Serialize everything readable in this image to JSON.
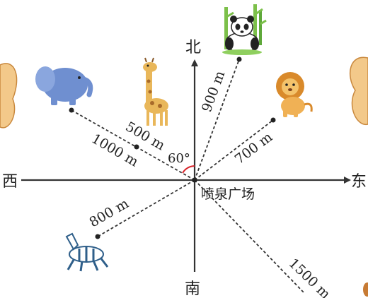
{
  "directions": {
    "north": "北",
    "south": "南",
    "east": "东",
    "west": "西"
  },
  "center": {
    "label": "喷泉广场"
  },
  "angle": {
    "label": "60°",
    "color": "#d8232a"
  },
  "routes": [
    {
      "id": "panda",
      "animal": "panda",
      "distance": "900 m"
    },
    {
      "id": "lion",
      "animal": "lion",
      "distance": "700 m"
    },
    {
      "id": "giraffe",
      "animal": "giraffe",
      "distance": "500 m"
    },
    {
      "id": "elephant",
      "animal": "elephant",
      "distance": "1000 m"
    },
    {
      "id": "zebra",
      "animal": "zebra",
      "distance": "800 m"
    },
    {
      "id": "southeast",
      "animal": "unknown",
      "distance": "1500 m"
    }
  ],
  "colors": {
    "axis": "#333333",
    "elephant": "#6f8fd0",
    "giraffe": "#e9b75a",
    "lion": "#d98a2b",
    "panda": "#222222",
    "zebra": "#2f5f8a",
    "butterfly": "#f3c98a"
  }
}
